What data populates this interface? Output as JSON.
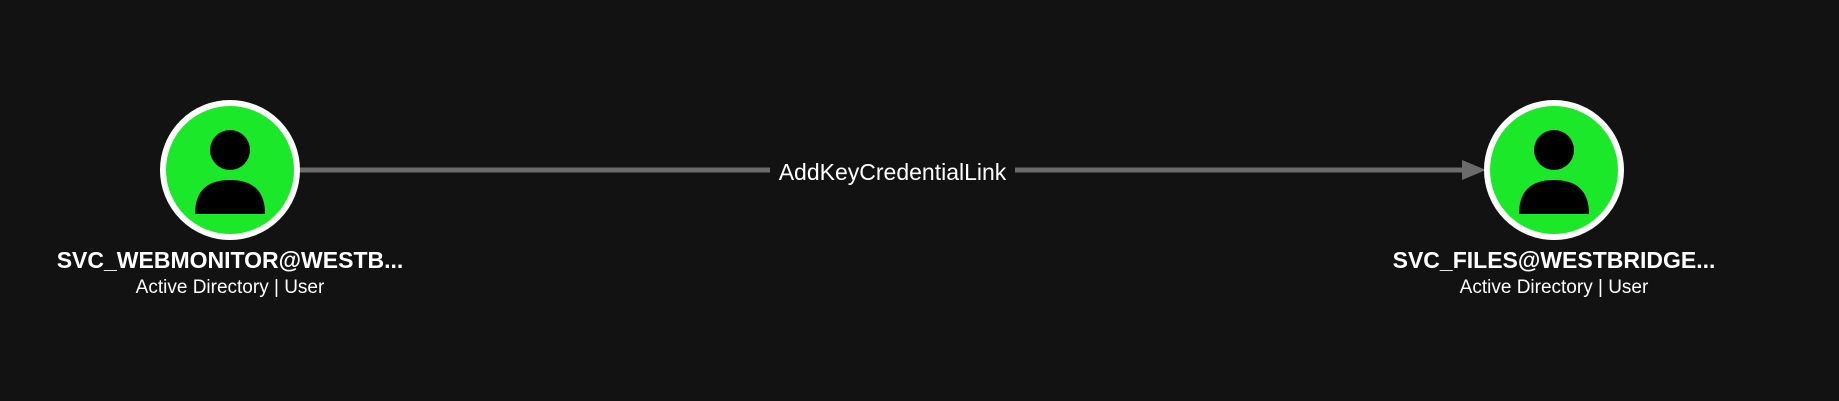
{
  "graph": {
    "nodes": [
      {
        "id": "source",
        "title": "SVC_WEBMONITOR@WESTB...",
        "subtitle": "Active Directory | User",
        "icon": "user-icon",
        "fill_color": "#1ce82a",
        "ring_color": "#ffffff"
      },
      {
        "id": "target",
        "title": "SVC_FILES@WESTBRIDGE...",
        "subtitle": "Active Directory | User",
        "icon": "user-icon",
        "fill_color": "#1ce82a",
        "ring_color": "#ffffff"
      }
    ],
    "edge": {
      "from": "source",
      "to": "target",
      "label": "AddKeyCredentialLink",
      "color": "#6b6b6b"
    }
  },
  "background_color": "#121212"
}
